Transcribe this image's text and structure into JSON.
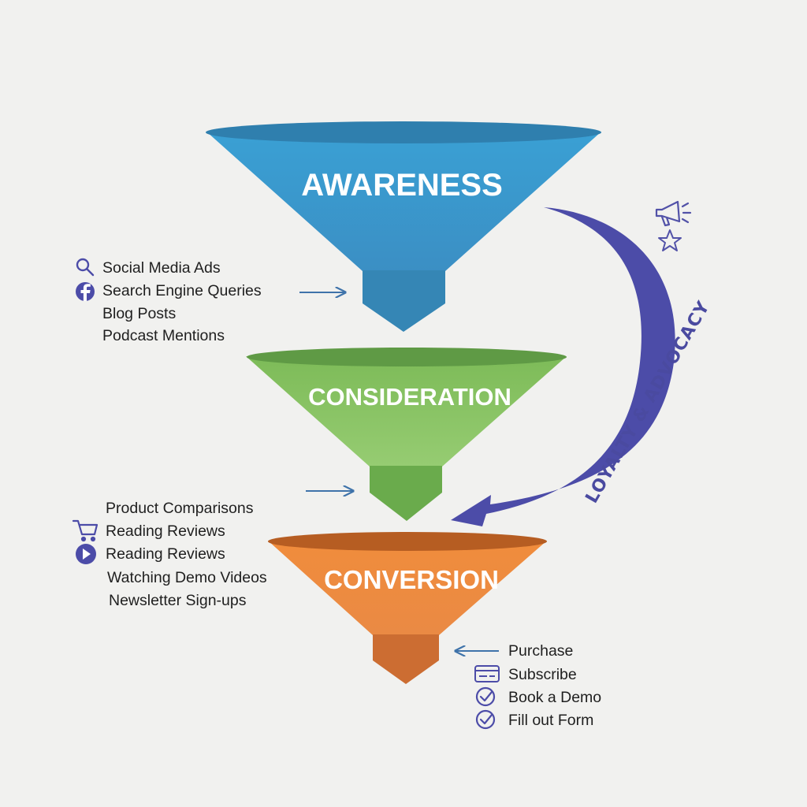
{
  "colors": {
    "awareness": "#3d9ed0",
    "consideration": "#8ec56a",
    "conversion": "#ea8a3e",
    "accent_purple": "#4c4ca8",
    "arrow_blue": "#3f73aa",
    "background": "#f1f1ef"
  },
  "stages": {
    "awareness": "AWARENESS",
    "consideration": "CONSIDERATION",
    "conversion": "CONVERSION"
  },
  "loyalty_label": "LOYALTY & ADVOCACY",
  "awareness_list": {
    "items": [
      {
        "label": "Social Media Ads",
        "icon": "search-icon"
      },
      {
        "label": "Search Engine Queries",
        "icon": "facebook-icon"
      },
      {
        "label": "Blog Posts",
        "icon": ""
      },
      {
        "label": "Podcast Mentions",
        "icon": ""
      }
    ]
  },
  "consideration_list": {
    "items": [
      {
        "label": "Product Comparisons",
        "icon": ""
      },
      {
        "label": "Reading Reviews",
        "icon": "shopping-cart-icon"
      },
      {
        "label": "Reading Reviews",
        "icon": "play-icon"
      },
      {
        "label": "Watching Demo Videos",
        "icon": ""
      },
      {
        "label": "Newsletter Sign-ups",
        "icon": ""
      }
    ]
  },
  "conversion_list": {
    "items": [
      {
        "label": "Purchase",
        "icon": ""
      },
      {
        "label": "Subscribe",
        "icon": "credit-card-icon"
      },
      {
        "label": "Book a Demo",
        "icon": "check-circle-icon"
      },
      {
        "label": "Fill out Form",
        "icon": "check-circle-icon"
      }
    ]
  },
  "decor_icons": [
    "megaphone-icon",
    "star-icon"
  ]
}
